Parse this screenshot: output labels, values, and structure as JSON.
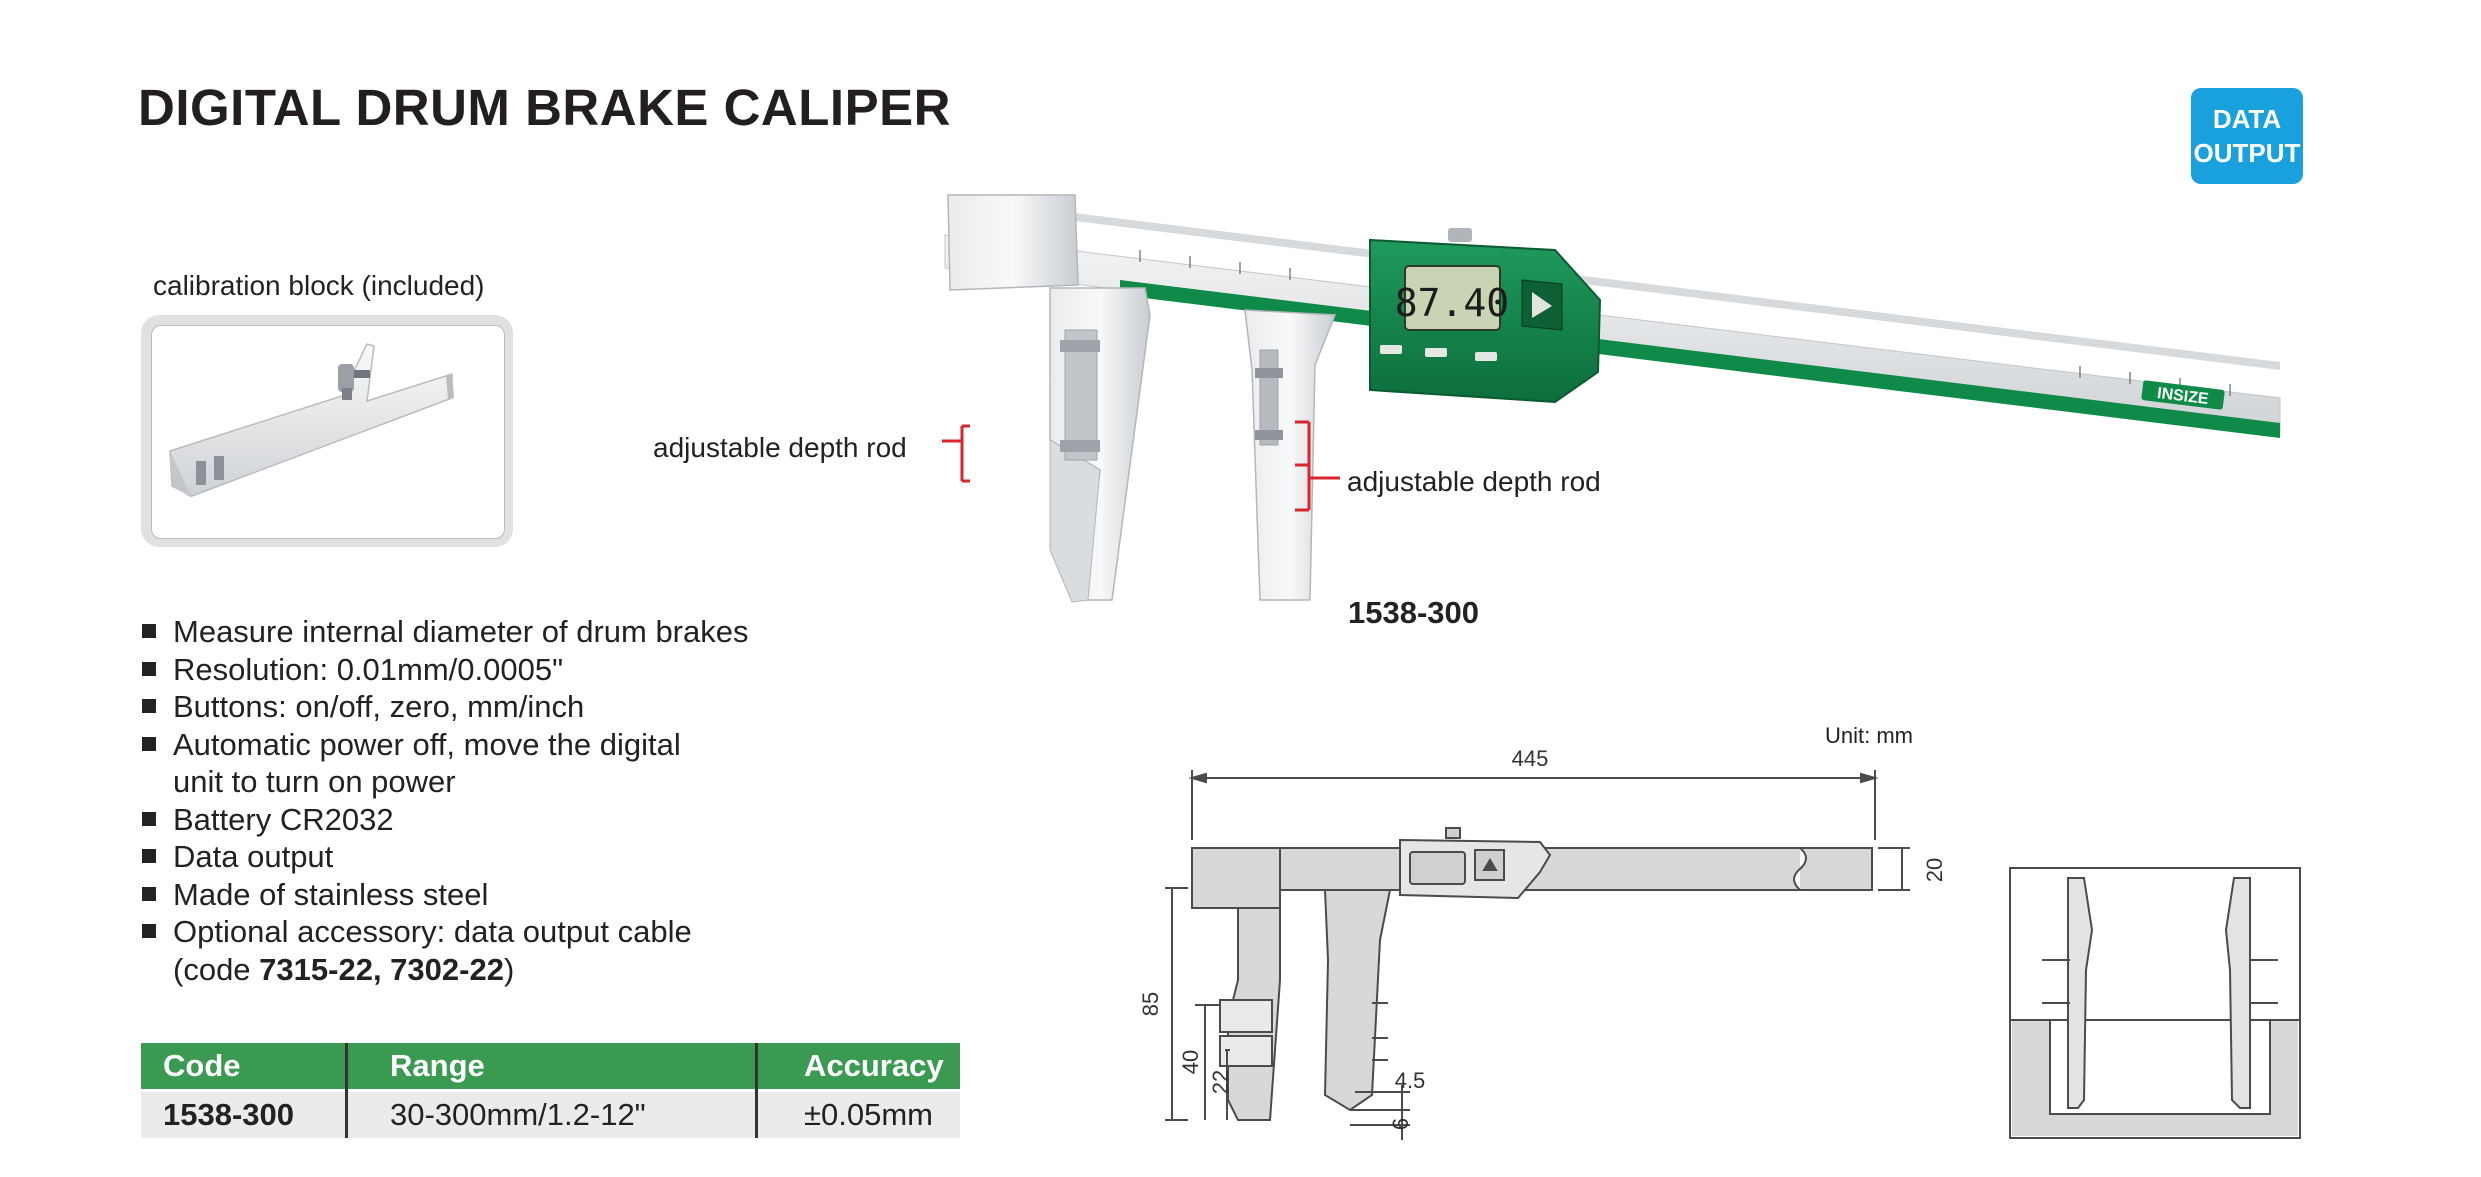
{
  "header": {
    "title": "DIGITAL DRUM BRAKE CALIPER"
  },
  "badge": {
    "line1": "DATA",
    "line2": "OUTPUT",
    "color": "#18a1dc"
  },
  "calibration": {
    "caption": "calibration block (included)"
  },
  "photo": {
    "callout_left": "adjustable depth rod",
    "callout_right": "adjustable depth rod",
    "display_reading": "87.40",
    "brand": "INSIZE",
    "model": "1538-300",
    "callout_color": "#d9262c",
    "brand_color": "#0b8a4a"
  },
  "features": [
    {
      "text": "Measure internal diameter of drum brakes"
    },
    {
      "text": "Resolution: 0.01mm/0.0005\""
    },
    {
      "text": "Buttons: on/off, zero, mm/inch"
    },
    {
      "text": "Automatic power off, move the digital",
      "line2": "unit to turn on power"
    },
    {
      "text": "Battery CR2032"
    },
    {
      "text": "Data output"
    },
    {
      "text": "Made of stainless steel"
    },
    {
      "text": "Optional accessory: data output cable",
      "line2_prefix": "(code ",
      "line2_bold": "7315-22, 7302-22",
      "line2_suffix": ")"
    }
  ],
  "table": {
    "headers": {
      "code": "Code",
      "range": "Range",
      "accuracy": "Accuracy"
    },
    "rows": [
      {
        "code": "1538-300",
        "range": "30-300mm/1.2-12\"",
        "accuracy": "±0.05mm"
      }
    ],
    "header_color": "#3a9a51"
  },
  "drawing": {
    "unit": "Unit: mm",
    "dims": {
      "overall": "445",
      "beam_height": "20",
      "jaw_depth": "85",
      "rod_low": "40",
      "rod_mid": "22",
      "tip_width": "4.5",
      "tip_height": "6"
    }
  }
}
